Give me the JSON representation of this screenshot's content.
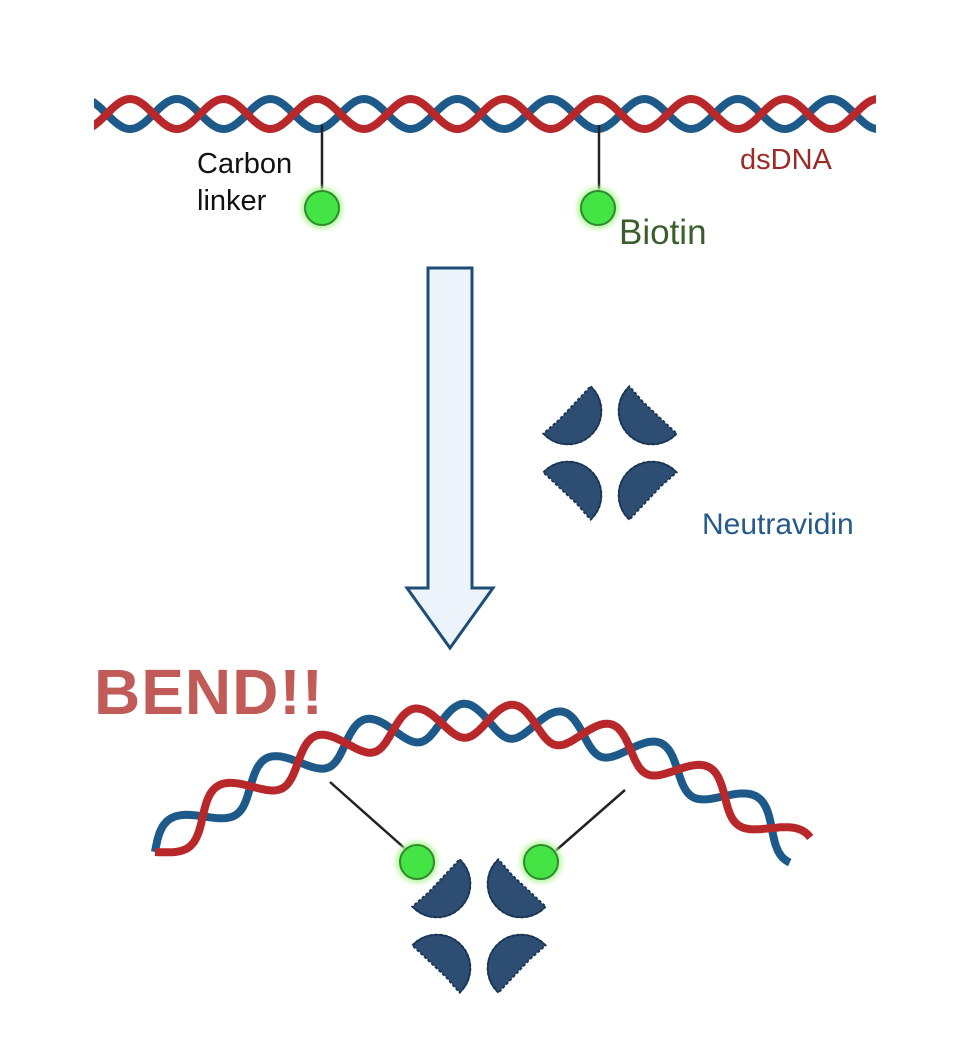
{
  "labels": {
    "carbon_linker_line1": "Carbon",
    "carbon_linker_line2": "linker",
    "dsdna": "dsDNA",
    "biotin": "Biotin",
    "neutravidin": "Neutravidin",
    "bend": "BEND!!"
  },
  "icons": {
    "dna_helix": "double-helix-icon",
    "biotin": "biotin-bead-icon",
    "neutravidin": "tetramer-protein-icon",
    "arrow": "arrow-down-icon"
  },
  "colors": {
    "strand_red": "#b8272a",
    "strand_blue": "#1d5a8a",
    "biotin_green": "#44e444",
    "protein_navy": "#2d4d72",
    "arrow_fill": "#edf3fb",
    "arrow_stroke": "#1e4d78",
    "bend_text": "#c05b58"
  }
}
